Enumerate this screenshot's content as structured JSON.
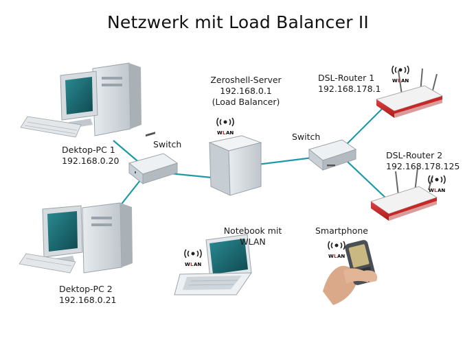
{
  "title": "Netzwerk mit Load Balancer II",
  "colors": {
    "cable": "#1a9aa8",
    "router_red": "#c62828",
    "device_gray": "#dfe3e6",
    "screen_teal": "#1c6f76"
  },
  "nodes": {
    "pc1": {
      "name": "Dektop-PC 1",
      "ip": "192.168.0.20"
    },
    "pc2": {
      "name": "Dektop-PC 2",
      "ip": "192.168.0.21"
    },
    "switch_left": {
      "label": "Switch"
    },
    "switch_right": {
      "label": "Switch"
    },
    "server": {
      "line1": "Zeroshell-Server",
      "line2": "192.168.0.1",
      "line3": "(Load Balancer)"
    },
    "router1": {
      "name": "DSL-Router 1",
      "ip": "192.168.178.1"
    },
    "router2": {
      "name": "DSL-Router 2",
      "ip": "192.168.178.125"
    },
    "notebook": {
      "line1": "Notebook mit",
      "line2": "WLAN"
    },
    "smartphone": {
      "label": "Smartphone"
    }
  },
  "wlan_badge": "WLAN",
  "icons": [
    "wlan-icon"
  ]
}
